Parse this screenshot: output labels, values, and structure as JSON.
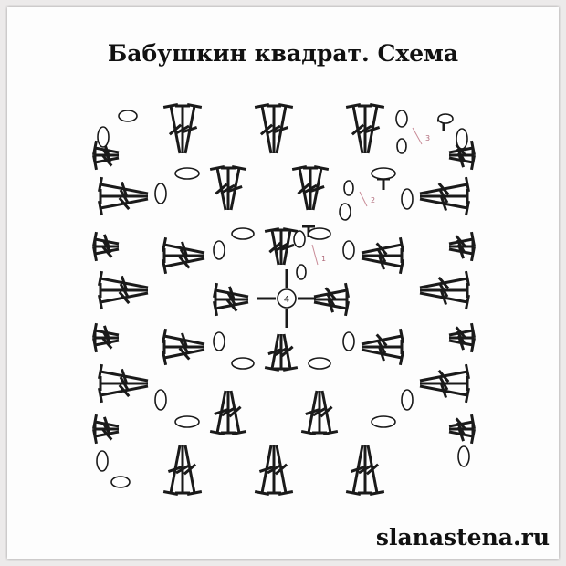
{
  "title": "Бабушкин квадрат. Схема",
  "watermark": "slanastena.ru",
  "diagram": {
    "center_ring_label": "4",
    "round_labels": [
      "1",
      "2",
      "3"
    ],
    "stitch_icon": "double-crochet-symbol",
    "chain_icon": "chain-oval-symbol",
    "colors": {
      "ink": "#1a1a1a",
      "round_markers": "#b06a7a",
      "paper": "#fdfdfd",
      "frame": "#eceaea"
    }
  }
}
